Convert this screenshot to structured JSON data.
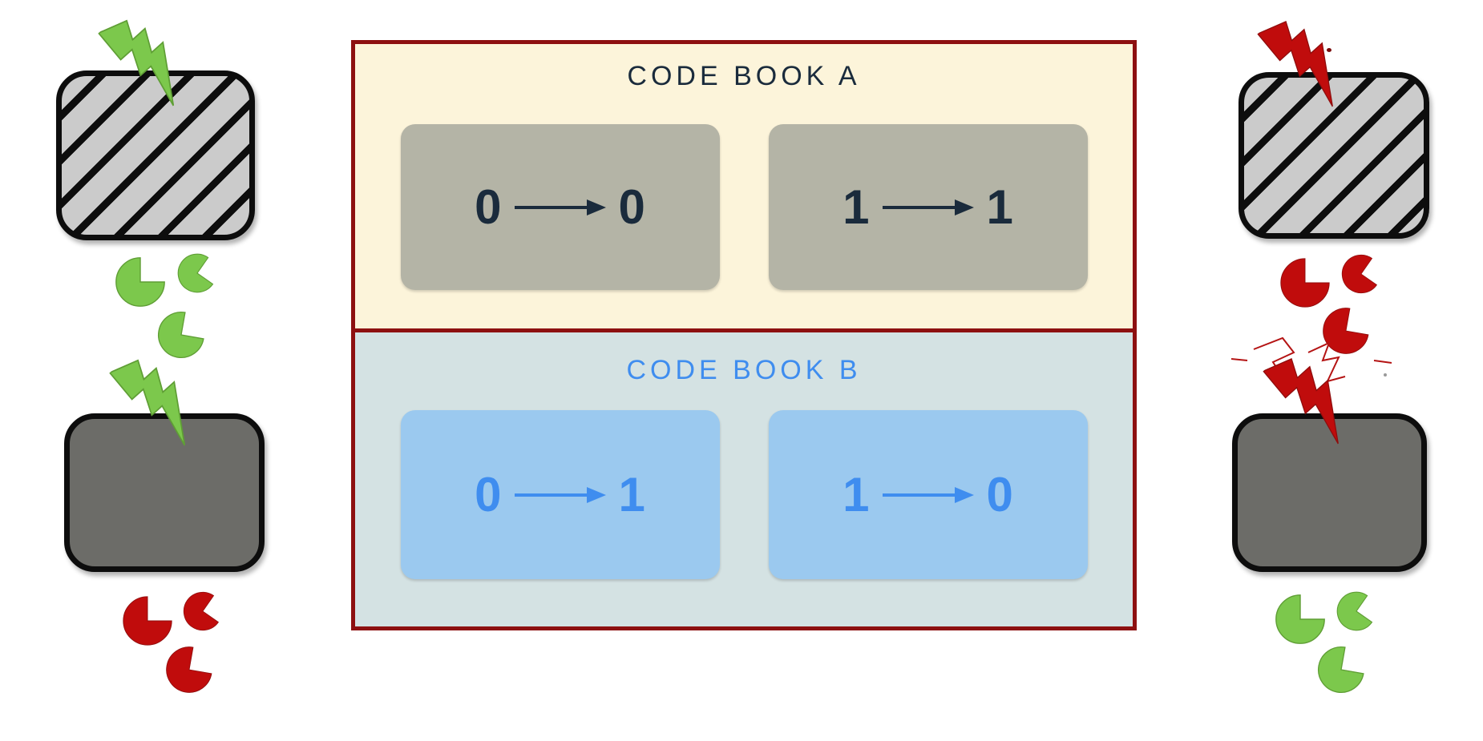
{
  "codebooks": {
    "a": {
      "title": "CODE BOOK A",
      "mappings": [
        {
          "from": "0",
          "to": "0"
        },
        {
          "from": "1",
          "to": "1"
        }
      ]
    },
    "b": {
      "title": "CODE BOOK B",
      "mappings": [
        {
          "from": "0",
          "to": "1"
        },
        {
          "from": "1",
          "to": "0"
        }
      ]
    }
  },
  "left": {
    "top": {
      "box": "hatched",
      "lightning": "green",
      "tokens": {
        "color": "green",
        "count": 3
      }
    },
    "bottom": {
      "box": "solid",
      "lightning": "green",
      "tokens": {
        "color": "red",
        "count": 3
      }
    }
  },
  "right": {
    "top": {
      "box": "hatched",
      "lightning": "red",
      "tokens": {
        "color": "red",
        "count": 3
      }
    },
    "bottom": {
      "box": "solid",
      "lightning": "red",
      "tokens": {
        "color": "green",
        "count": 3
      }
    }
  },
  "colors": {
    "panel_border": "#8d1010",
    "section_a_bg": "#fcf4da",
    "section_b_bg": "#d4e2e3",
    "card_a_bg": "#b4b4a6",
    "card_b_bg": "#9bc9ef",
    "text_a": "#1a2b3c",
    "text_b": "#3f8def",
    "green": "#7cc84c",
    "green_dark": "#5f9e35",
    "red": "#c00c0c",
    "red_dark": "#8f0d0d",
    "box_hatched_bg": "#cbcbcb",
    "box_solid_bg": "#6c6c68",
    "box_border": "#0d0d0d"
  }
}
